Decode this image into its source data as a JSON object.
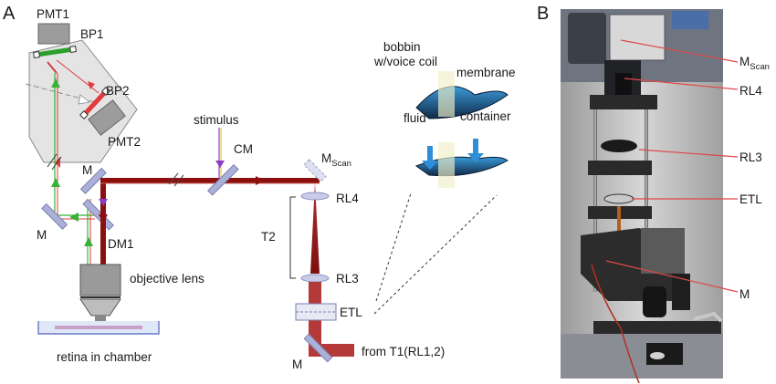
{
  "panels": {
    "a": "A",
    "b": "B"
  },
  "schematic": {
    "pmt1": "PMT1",
    "bp1": "BP1",
    "bp2": "BP2",
    "pmt2": "PMT2",
    "stimulus": "stimulus",
    "cm": "CM",
    "mscan": {
      "main": "M",
      "sub": "Scan"
    },
    "mirror_left": "M",
    "mirror_lower_left": "M",
    "dm1": "DM1",
    "objective": "objective lens",
    "retina": "retina in chamber",
    "rl4": "RL4",
    "t2": "T2",
    "rl3": "RL3",
    "etl": "ETL",
    "mirror_bottom": "M",
    "from_t1": "from T1(RL1,2)"
  },
  "etl_inset": {
    "bobbin": "bobbin",
    "voice_coil": "w/voice coil",
    "membrane": "membrane",
    "fluid": "fluid",
    "container": "container"
  },
  "photo_labels": {
    "mscan": {
      "main": "M",
      "sub": "Scan"
    },
    "rl4": "RL4",
    "rl3": "RL3",
    "etl": "ETL",
    "m": "M"
  },
  "colors": {
    "beam": "#8b1111",
    "beam_light": "#c9655f",
    "green": "#36b336",
    "red": "#e23a3a",
    "violet": "#8a3cc8",
    "optic": "#aab0d8",
    "inset_blue": "#2e8fd8",
    "photo_line": "#e04848"
  }
}
